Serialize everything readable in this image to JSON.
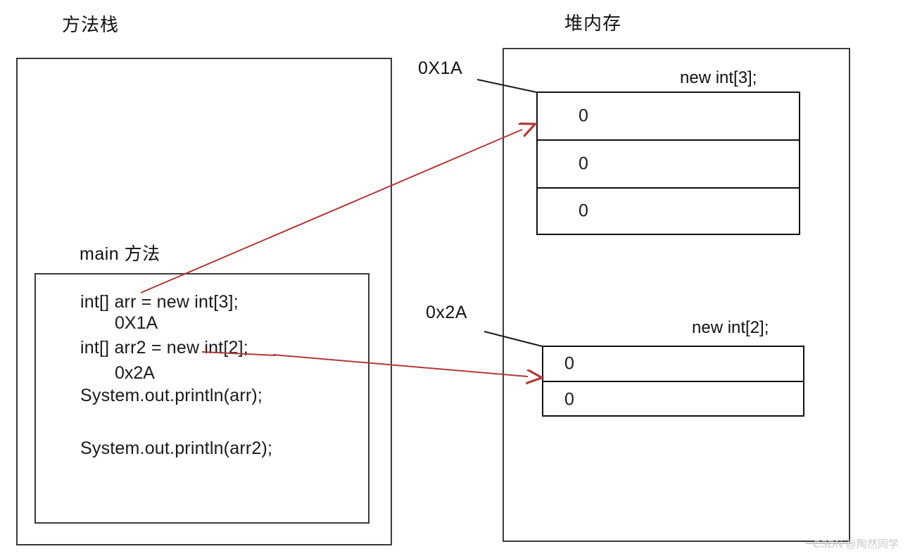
{
  "diagram": {
    "title_stack": "方法栈",
    "title_heap": "堆内存",
    "watermark": "CSDN @陶然同学"
  },
  "stack": {
    "method_title": "main 方法",
    "code": [
      {
        "text": "int[] arr = new int[3];",
        "strikethrough": false
      },
      {
        "text": "0X1A",
        "indent": true
      },
      {
        "text": "int[] arr2 = new int[2];",
        "strikethrough": true
      },
      {
        "text": "0x2A",
        "indent": true
      },
      {
        "text": "System.out.println(arr);",
        "strikethrough": false
      },
      {
        "text": "System.out.println(arr2);",
        "strikethrough": false
      }
    ]
  },
  "heap": {
    "addresses": [
      {
        "name": "address-0x1a",
        "label": "0X1A"
      },
      {
        "name": "address-0x2a",
        "label": "0x2A"
      }
    ],
    "arrays": [
      {
        "name": "array-int-3",
        "caption": "new int[3];",
        "values": [
          "0",
          "0",
          "0"
        ]
      },
      {
        "name": "array-int-2",
        "caption": "new int[2];",
        "values": [
          "0",
          "0"
        ]
      }
    ]
  },
  "colors": {
    "arrow": "#b03a3a",
    "stroke": "#1a1a1a",
    "watermark": "#c9c9c9"
  }
}
